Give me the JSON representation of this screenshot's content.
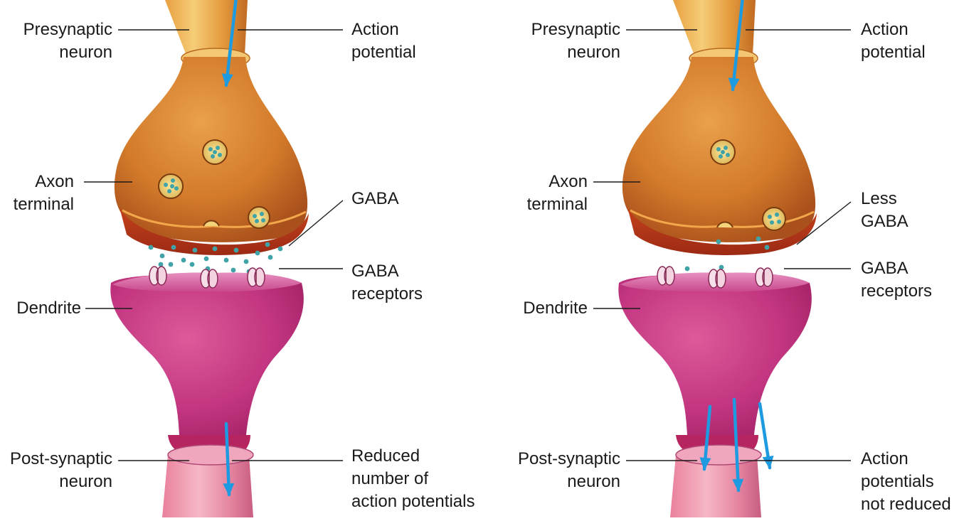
{
  "colors": {
    "terminal_orange": "#d9822b",
    "terminal_dark": "#a8461c",
    "terminal_light": "#f3b75a",
    "dendrite_magenta": "#c2307a",
    "dendrite_light": "#e07aae",
    "postsynaptic_pink": "#e68fa8",
    "arrow_blue": "#1e9be0",
    "gaba_dot": "#3fa3a8",
    "leader_line": "#1a1a1a"
  },
  "panels": [
    {
      "id": "normal",
      "labels": {
        "presynaptic": [
          "Presynaptic",
          "neuron"
        ],
        "action_potential": [
          "Action",
          "potential"
        ],
        "axon_terminal": [
          "Axon",
          "terminal"
        ],
        "gaba": [
          "GABA"
        ],
        "gaba_receptors": [
          "GABA",
          "receptors"
        ],
        "dendrite": [
          "Dendrite"
        ],
        "postsynaptic": [
          "Post-synaptic",
          "neuron"
        ],
        "outcome": [
          "Reduced",
          "number of",
          "action potentials"
        ]
      }
    },
    {
      "id": "reduced",
      "labels": {
        "presynaptic": [
          "Presynaptic",
          "neuron"
        ],
        "action_potential": [
          "Action",
          "potential"
        ],
        "axon_terminal": [
          "Axon",
          "terminal"
        ],
        "gaba": [
          "Less",
          "GABA"
        ],
        "gaba_receptors": [
          "GABA",
          "receptors"
        ],
        "dendrite": [
          "Dendrite"
        ],
        "postsynaptic": [
          "Post-synaptic",
          "neuron"
        ],
        "outcome": [
          "Action",
          "potentials",
          "not reduced"
        ]
      }
    }
  ]
}
